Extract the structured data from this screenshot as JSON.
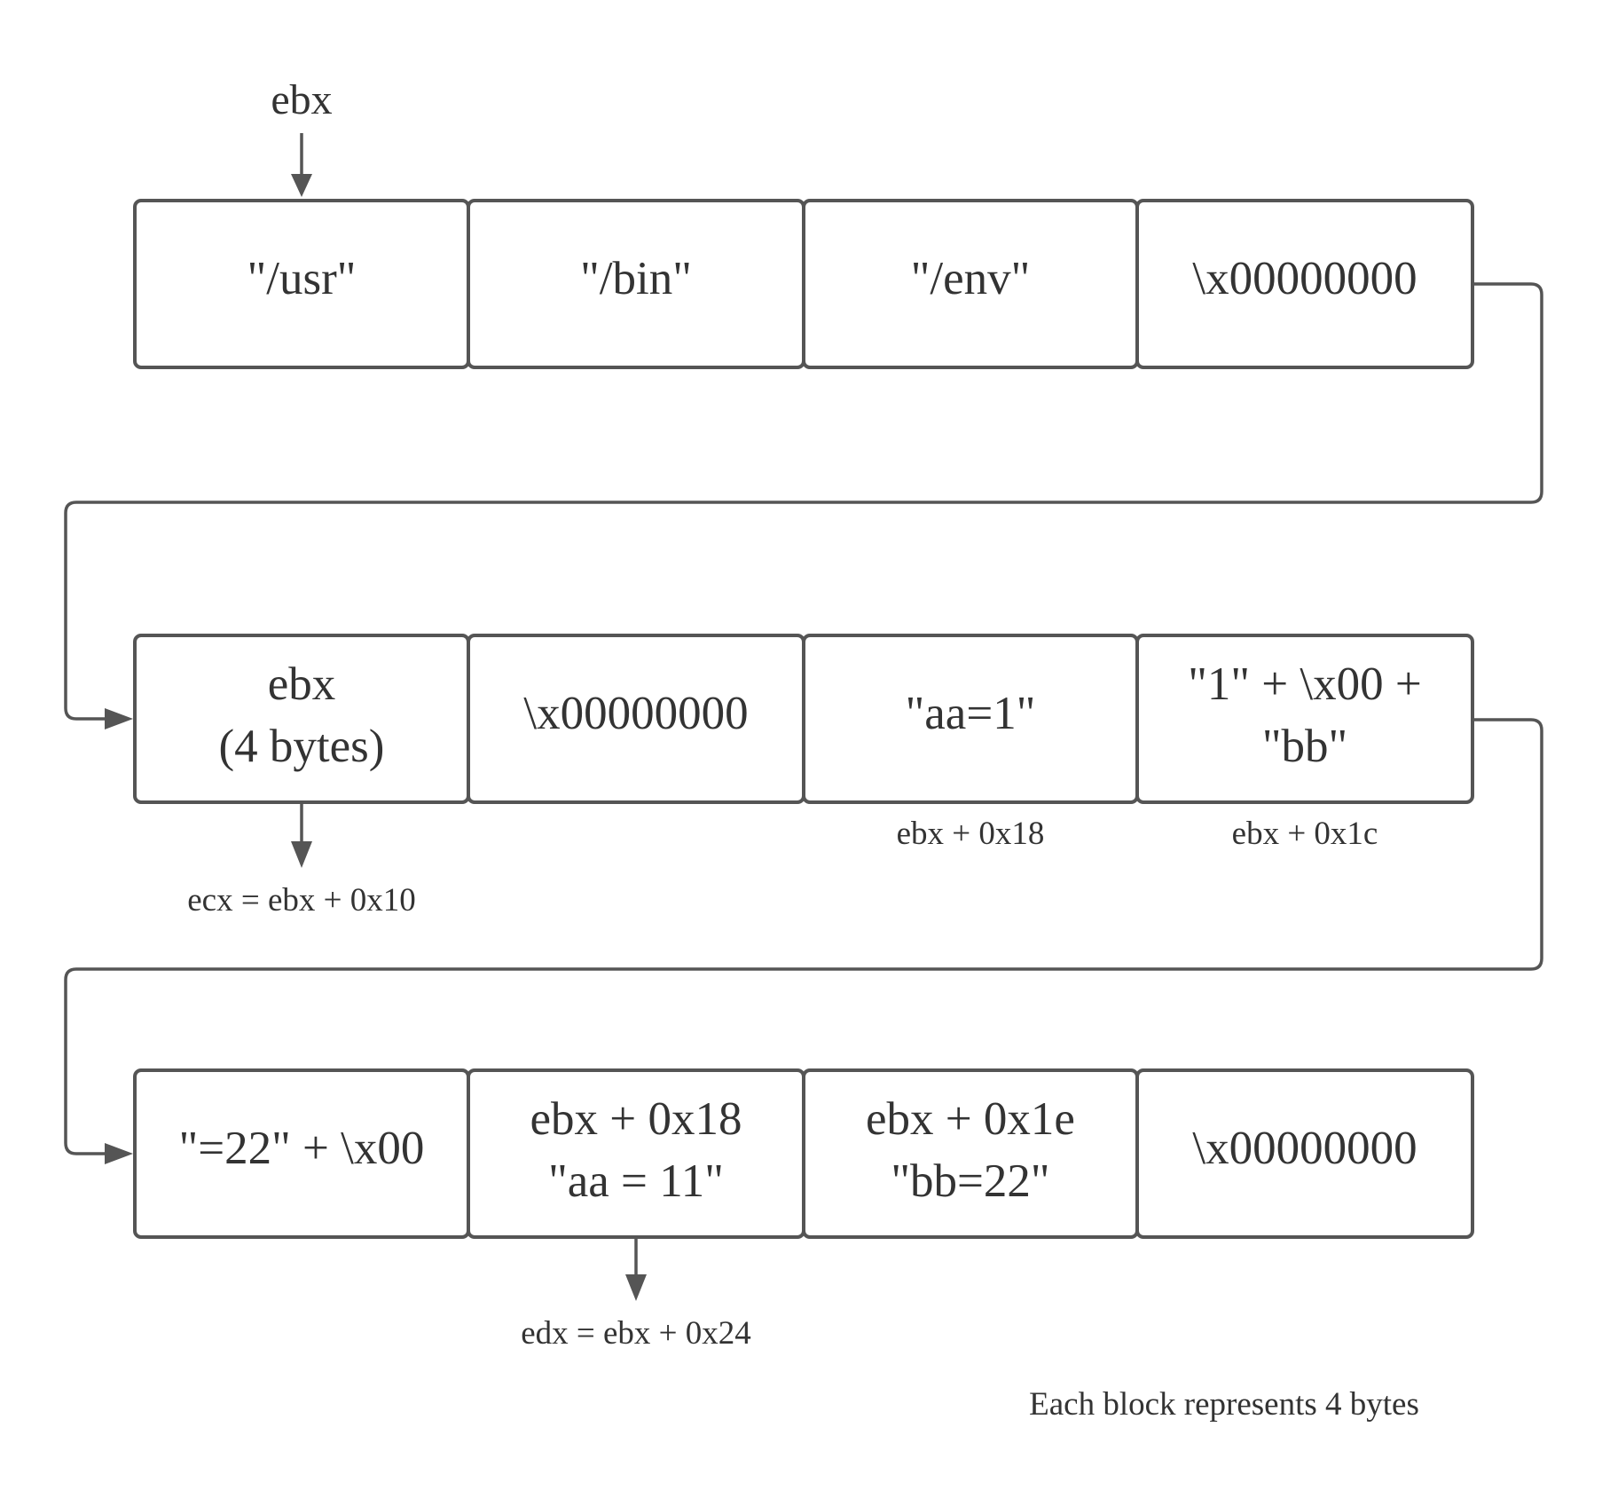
{
  "pointer_label": "ebx",
  "rows": [
    {
      "blocks": [
        {
          "lines": [
            "\"/usr\""
          ]
        },
        {
          "lines": [
            "\"/bin\""
          ]
        },
        {
          "lines": [
            "\"/env\""
          ]
        },
        {
          "lines": [
            "\\x00000000"
          ]
        }
      ]
    },
    {
      "blocks": [
        {
          "lines": [
            "ebx",
            "(4 bytes)"
          ]
        },
        {
          "lines": [
            "\\x00000000"
          ]
        },
        {
          "lines": [
            "\"aa=1\""
          ]
        },
        {
          "lines": [
            "\"1\" + \\x00 +",
            "\"bb\""
          ]
        }
      ]
    },
    {
      "blocks": [
        {
          "lines": [
            "\"=22\" + \\x00"
          ]
        },
        {
          "lines": [
            "ebx + 0x18",
            "\"aa = 11\""
          ]
        },
        {
          "lines": [
            "ebx + 0x1e",
            "\"bb=22\""
          ]
        },
        {
          "lines": [
            "\\x00000000"
          ]
        }
      ]
    }
  ],
  "annotations": {
    "ecx": "ecx = ebx + 0x10",
    "offset_0x18": "ebx + 0x18",
    "offset_0x1c": "ebx + 0x1c",
    "edx": "edx = ebx + 0x24"
  },
  "footnote": "Each block represents 4 bytes"
}
